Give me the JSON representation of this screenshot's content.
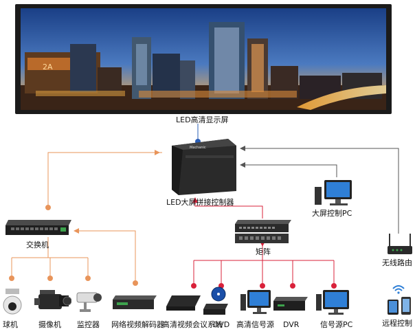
{
  "labels": {
    "led_screen": "LED高清显示屏",
    "led_controller": "LED大屏拼接控制器",
    "control_pc": "大屏控制PC",
    "switch": "交换机",
    "matrix": "矩阵",
    "wireless_router": "无线路由",
    "dome_camera": "球机",
    "camcorder": "摄像机",
    "monitor_cam": "监控器",
    "net_decoder": "网络视频解码器",
    "hd_conference": "高清视频会议系统",
    "dvd": "DVD",
    "hd_source": "高清信号源",
    "dvr": "DVR",
    "source_pc": "信号源PC",
    "remote_control": "远程控制"
  },
  "device_text": {
    "controller_brand": "Mechanic",
    "banner_sign": "2A"
  },
  "colors": {
    "orange_link": "#e8945a",
    "red_link": "#d9213a",
    "gray_link": "#555555",
    "blue_dot": "#2a5db5"
  }
}
